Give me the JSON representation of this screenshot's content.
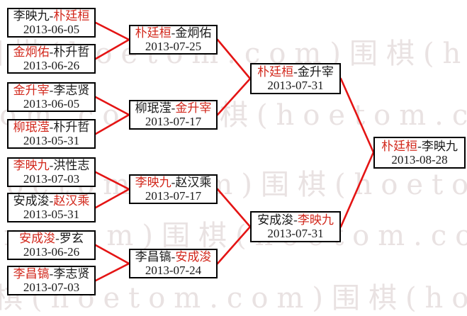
{
  "watermark": {
    "text": "围棋(hoetom.com)"
  },
  "colors": {
    "winner_red": "#d2281c",
    "connector_red": "#e41414",
    "box_border": "#000000",
    "watermark_gray": "#e9e2e2"
  },
  "sep": "-",
  "bracket": {
    "round1": [
      {
        "p1": "李映九",
        "p2": "朴廷桓",
        "p1_red": false,
        "p2_red": true,
        "date": "2013-06-05"
      },
      {
        "p1": "金炯佑",
        "p2": "朴升哲",
        "p1_red": true,
        "p2_red": false,
        "date": "2013-06-26"
      },
      {
        "p1": "金升宰",
        "p2": "李志贤",
        "p1_red": true,
        "p2_red": false,
        "date": "2013-06-05"
      },
      {
        "p1": "柳珉滢",
        "p2": "朴升哲",
        "p1_red": true,
        "p2_red": false,
        "date": "2013-05-31"
      },
      {
        "p1": "李映九",
        "p2": "洪性志",
        "p1_red": true,
        "p2_red": false,
        "date": "2013-07-03"
      },
      {
        "p1": "安成浚",
        "p2": "赵汉乘",
        "p1_red": false,
        "p2_red": true,
        "date": "2013-05-31"
      },
      {
        "p1": "安成浚",
        "p2": "罗玄",
        "p1_red": true,
        "p2_red": false,
        "date": "2013-06-26"
      },
      {
        "p1": "李昌镐",
        "p2": "李志贤",
        "p1_red": true,
        "p2_red": false,
        "date": "2013-07-03"
      }
    ],
    "round2": [
      {
        "p1": "朴廷桓",
        "p2": "金炯佑",
        "p1_red": true,
        "p2_red": false,
        "date": "2013-07-25"
      },
      {
        "p1": "柳珉滢",
        "p2": "金升宰",
        "p1_red": false,
        "p2_red": true,
        "date": "2013-07-17"
      },
      {
        "p1": "李映九",
        "p2": "赵汉乘",
        "p1_red": true,
        "p2_red": false,
        "date": "2013-07-17"
      },
      {
        "p1": "李昌镐",
        "p2": "安成浚",
        "p1_red": false,
        "p2_red": true,
        "date": "2013-07-24"
      }
    ],
    "semifinals": [
      {
        "p1": "朴廷桓",
        "p2": "金升宰",
        "p1_red": true,
        "p2_red": false,
        "date": "2013-07-31"
      },
      {
        "p1": "安成浚",
        "p2": "李映九",
        "p1_red": false,
        "p2_red": true,
        "date": "2013-07-31"
      }
    ],
    "final": [
      {
        "p1": "朴廷桓",
        "p2": "李映九",
        "p1_red": true,
        "p2_red": false,
        "date": "2013-08-28"
      }
    ]
  }
}
